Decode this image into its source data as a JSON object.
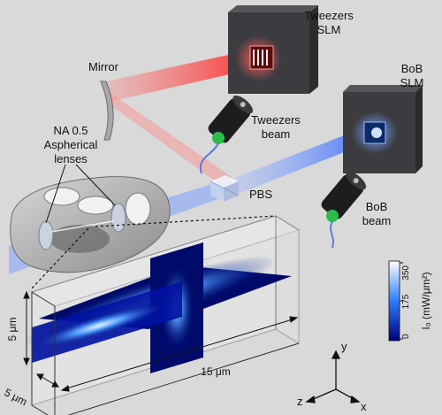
{
  "labels": {
    "tweezers_slm_line1": "Tweezers",
    "tweezers_slm_line2": "SLM",
    "bob_slm_line1": "BoB",
    "bob_slm_line2": "SLM",
    "mirror": "Mirror",
    "lens_line1": "NA 0.5",
    "lens_line2": "Aspherical",
    "lens_line3": "lenses",
    "tweezers_beam_line1": "Tweezers",
    "tweezers_beam_line2": "beam",
    "pbs": "PBS",
    "bob_beam_line1": "BoB",
    "bob_beam_line2": "beam"
  },
  "dimensions": {
    "height": "5 μm",
    "depth": "5 μm",
    "length": "15 μm"
  },
  "colorbar": {
    "tick_max": "350",
    "tick_mid": "175",
    "tick_min": "0",
    "label": "I₀ (mW/μm²)",
    "color_low": "#00007a",
    "color_mid": "#2f7dff",
    "color_high": "#ffffff"
  },
  "axes": {
    "y": "y",
    "z": "z",
    "x": "x"
  },
  "colors": {
    "background": "#d9d9d9",
    "tweezers_beam": "#ff6b6b",
    "bob_beam": "#5b8cff",
    "slm_body": "#3c3c40"
  }
}
